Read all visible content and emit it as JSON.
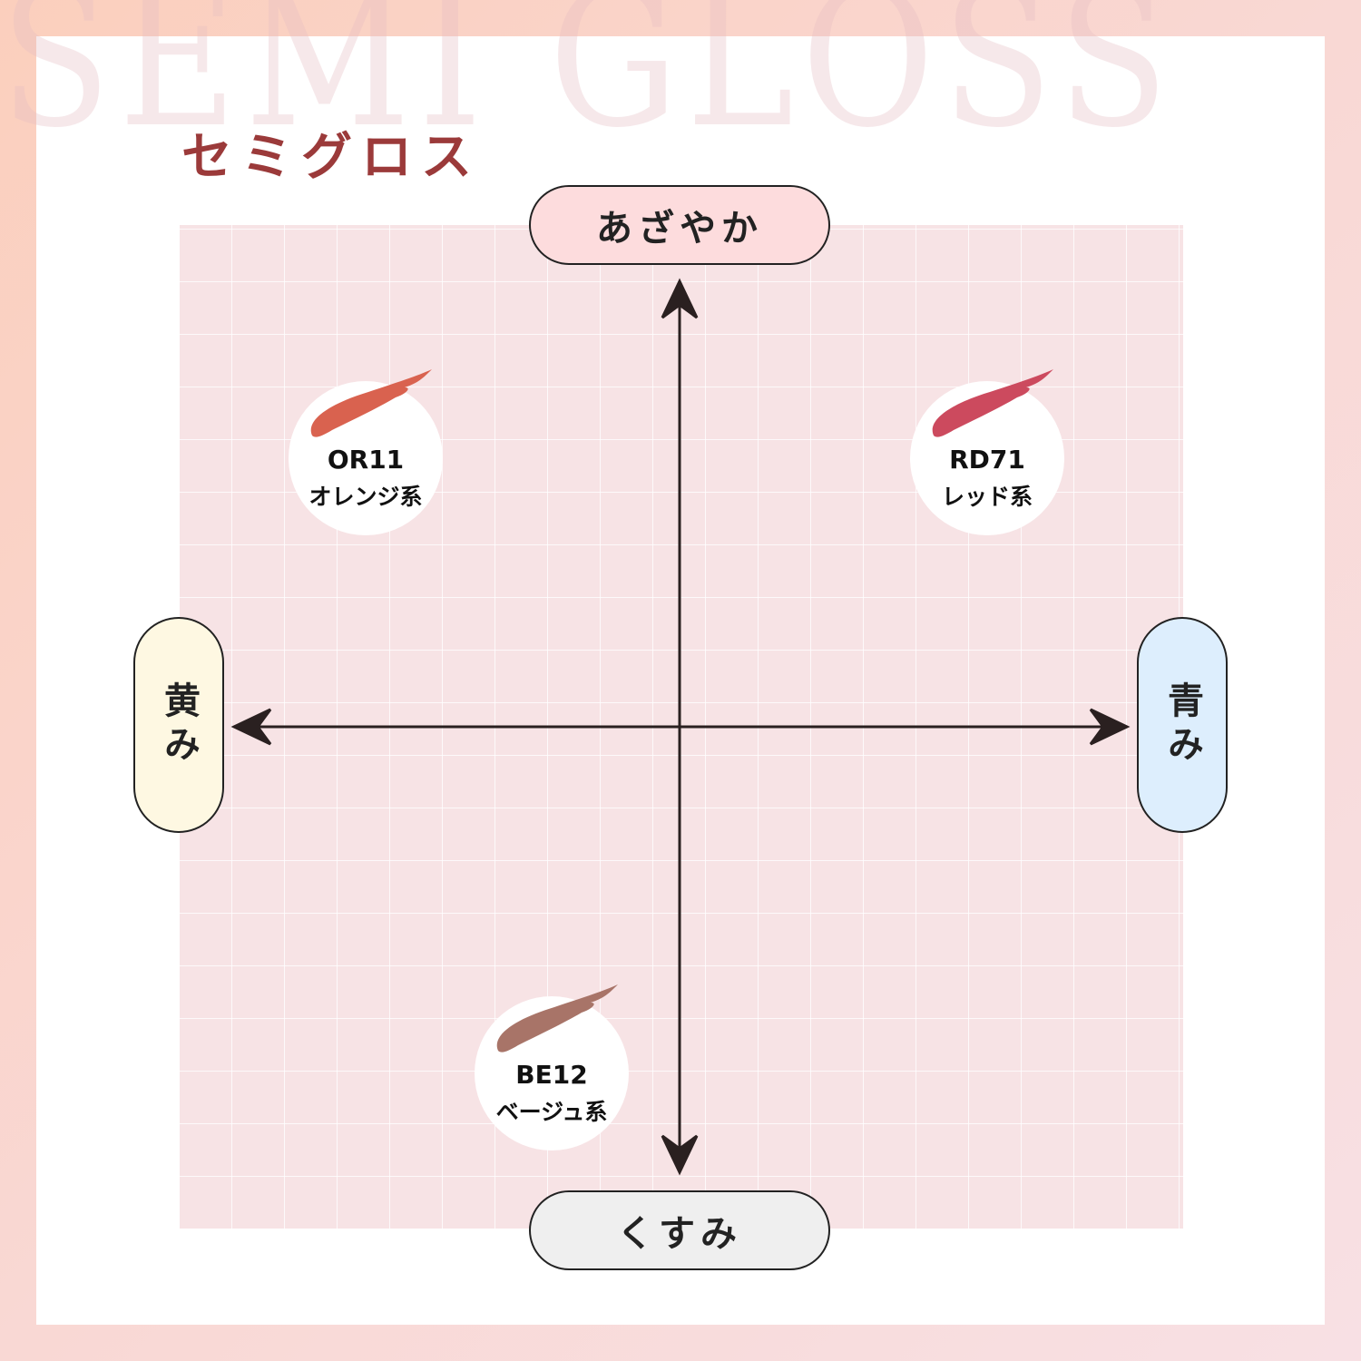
{
  "watermark": "SEMI GLOSS",
  "title": "セミグロス",
  "axes": {
    "top": "あざやか",
    "bottom": "くすみ",
    "left": "黄み",
    "right": "青み"
  },
  "colors": {
    "top": "#fddcdd",
    "bottom": "#efefef",
    "left": "#fef8e2",
    "right": "#ddeefd",
    "title": "#9b3a3a"
  },
  "items": [
    {
      "code": "OR11",
      "name": "オレンジ系",
      "color": "#d9624f"
    },
    {
      "code": "RD71",
      "name": "レッド系",
      "color": "#cc4a5e"
    },
    {
      "code": "BE12",
      "name": "ベージュ系",
      "color": "#a87468"
    }
  ]
}
